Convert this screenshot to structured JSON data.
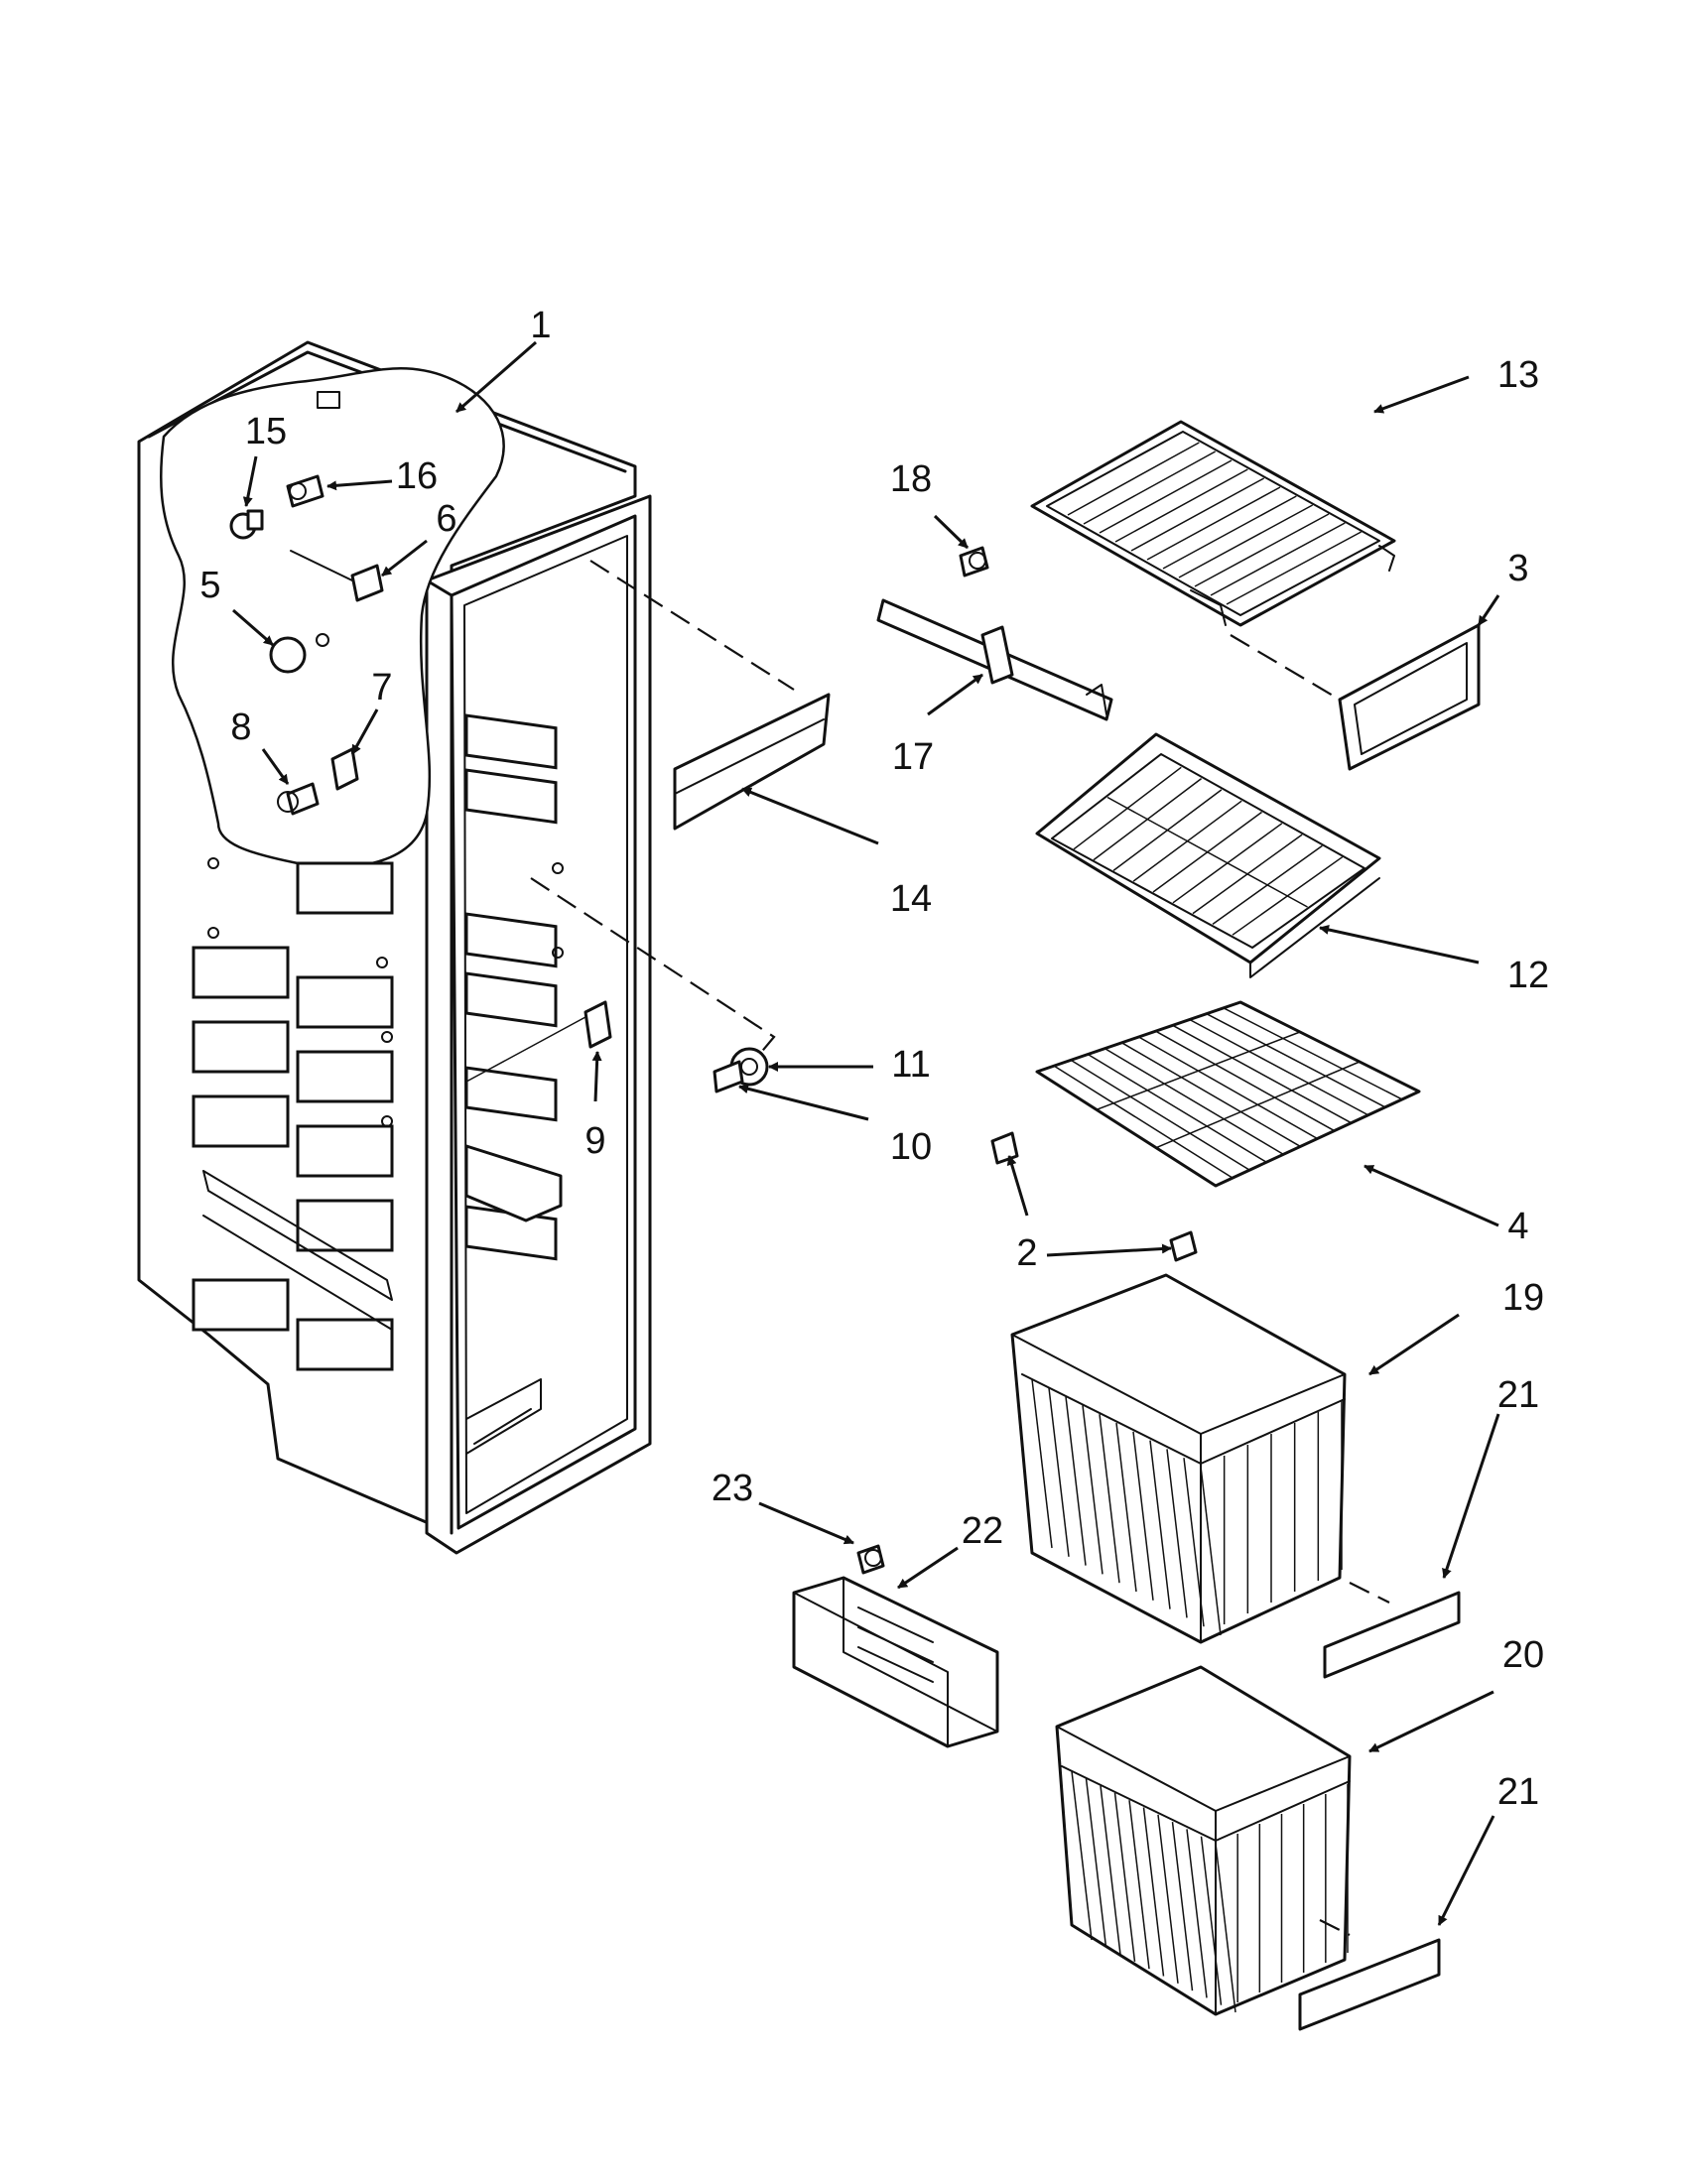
{
  "diagram": {
    "callouts": [
      {
        "id": "c1",
        "label": "1"
      },
      {
        "id": "c2",
        "label": "2"
      },
      {
        "id": "c3",
        "label": "3"
      },
      {
        "id": "c4",
        "label": "4"
      },
      {
        "id": "c5",
        "label": "5"
      },
      {
        "id": "c6",
        "label": "6"
      },
      {
        "id": "c7",
        "label": "7"
      },
      {
        "id": "c8",
        "label": "8"
      },
      {
        "id": "c9",
        "label": "9"
      },
      {
        "id": "c10",
        "label": "10"
      },
      {
        "id": "c11",
        "label": "11"
      },
      {
        "id": "c12",
        "label": "12"
      },
      {
        "id": "c13",
        "label": "13"
      },
      {
        "id": "c14",
        "label": "14"
      },
      {
        "id": "c15",
        "label": "15"
      },
      {
        "id": "c16",
        "label": "16"
      },
      {
        "id": "c17",
        "label": "17"
      },
      {
        "id": "c18",
        "label": "18"
      },
      {
        "id": "c19",
        "label": "19"
      },
      {
        "id": "c20",
        "label": "20"
      },
      {
        "id": "c21a",
        "label": "21"
      },
      {
        "id": "c21b",
        "label": "21"
      },
      {
        "id": "c22",
        "label": "22"
      },
      {
        "id": "c23",
        "label": "23"
      }
    ]
  }
}
